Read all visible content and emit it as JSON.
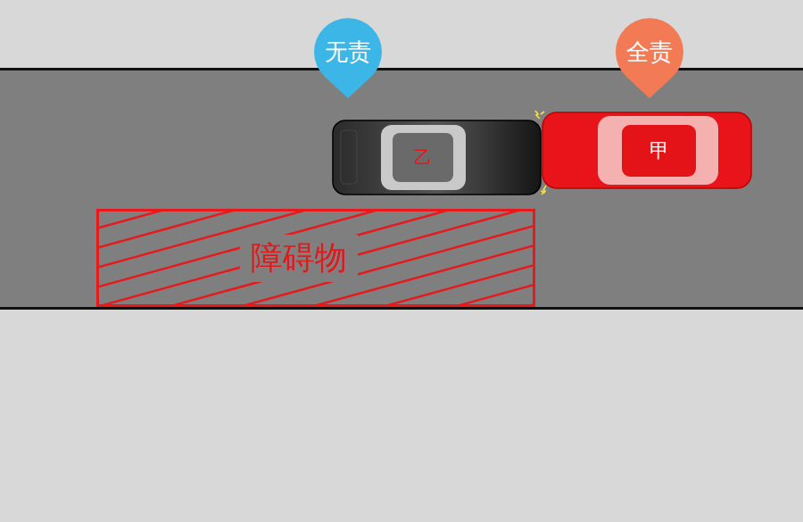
{
  "diagram": {
    "nodes": [
      {
        "text": [
          "无责"
        ]
      },
      {
        "text": [
          "全责"
        ]
      },
      {
        "text": [
          "乙"
        ]
      },
      {
        "text": [
          "甲"
        ]
      },
      {
        "text": [
          "障碍物"
        ]
      }
    ]
  }
}
